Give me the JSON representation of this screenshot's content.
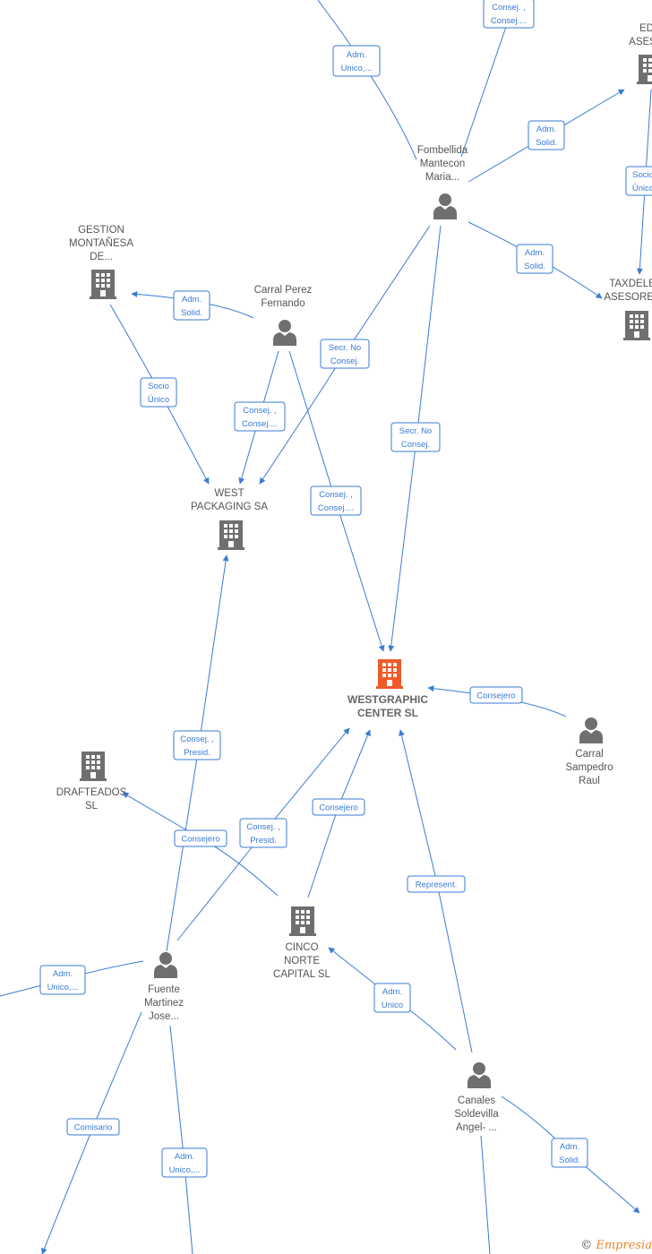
{
  "nodes": {
    "westgraphic": {
      "label": [
        "WESTGRAPHIC",
        "CENTER  SL"
      ],
      "kind": "company",
      "main": true
    },
    "west_packaging": {
      "label": [
        "WEST",
        "PACKAGING SA"
      ],
      "kind": "company"
    },
    "gestion": {
      "label": [
        "GESTION",
        "MONTAÑESA",
        "DE..."
      ],
      "kind": "company"
    },
    "drafteados": {
      "label": [
        "DRAFTEADOS",
        "SL"
      ],
      "kind": "company"
    },
    "cinco_norte": {
      "label": [
        "CINCO",
        "NORTE",
        "CAPITAL  SL"
      ],
      "kind": "company"
    },
    "ed_asesores": {
      "label": [
        "ED",
        "ASESO"
      ],
      "kind": "company"
    },
    "taxdele": {
      "label": [
        "TAXDELE",
        "ASESORES"
      ],
      "kind": "company"
    },
    "fombellida": {
      "label": [
        "Fombellida",
        "Mantecon",
        "Maria..."
      ],
      "kind": "person"
    },
    "carral_perez": {
      "label": [
        "Carral Perez",
        "Fernando"
      ],
      "kind": "person"
    },
    "carral_sampedro": {
      "label": [
        "Carral",
        "Sampedro",
        "Raul"
      ],
      "kind": "person"
    },
    "fuente": {
      "label": [
        "Fuente",
        "Martinez",
        "Jose..."
      ],
      "kind": "person"
    },
    "canales": {
      "label": [
        "Canales",
        "Soldevilla",
        "Angel- ..."
      ],
      "kind": "person"
    }
  },
  "edges": [
    {
      "id": "e1",
      "label": [
        "Adm.",
        "Unico,..."
      ]
    },
    {
      "id": "e2",
      "label": [
        "Consej. ,",
        "Consej...."
      ]
    },
    {
      "id": "e3",
      "label": [
        "Adm.",
        "Solid."
      ]
    },
    {
      "id": "e4",
      "label": [
        "Socio",
        "Único"
      ]
    },
    {
      "id": "e5",
      "label": [
        "Adm.",
        "Solid."
      ]
    },
    {
      "id": "e6",
      "label": [
        "Adm.",
        "Solid."
      ]
    },
    {
      "id": "e7",
      "label": [
        "Socio",
        "Único"
      ]
    },
    {
      "id": "e8",
      "label": [
        "Secr.  No",
        "Consej."
      ]
    },
    {
      "id": "e9",
      "label": [
        "Consej. ,",
        "Consej...."
      ]
    },
    {
      "id": "e10",
      "label": [
        "Secr.  No",
        "Consej."
      ]
    },
    {
      "id": "e11",
      "label": [
        "Consej. ,",
        "Consej...."
      ]
    },
    {
      "id": "e12",
      "label": [
        "Consejero"
      ]
    },
    {
      "id": "e13",
      "label": [
        "Consej. ,",
        "Presid."
      ]
    },
    {
      "id": "e14",
      "label": [
        "Consejero"
      ]
    },
    {
      "id": "e15",
      "label": [
        "Consej. ,",
        "Presid."
      ]
    },
    {
      "id": "e16",
      "label": [
        "Consejero"
      ]
    },
    {
      "id": "e17",
      "label": [
        "Represent."
      ]
    },
    {
      "id": "e18",
      "label": [
        "Adm.",
        "Unico,..."
      ]
    },
    {
      "id": "e19",
      "label": [
        "Adm.",
        "Unico"
      ]
    },
    {
      "id": "e20",
      "label": [
        "Comisario"
      ]
    },
    {
      "id": "e21",
      "label": [
        "Adm.",
        "Unico,..."
      ]
    },
    {
      "id": "e22",
      "label": [
        "Adm.",
        "Solid."
      ]
    }
  ],
  "colors": {
    "edge": "#3a7bd5",
    "company": "#6f6f6f",
    "main_company": "#f05a28",
    "person": "#6f6f6f"
  },
  "footer": {
    "copyright": "©",
    "brand": "Empresia"
  }
}
